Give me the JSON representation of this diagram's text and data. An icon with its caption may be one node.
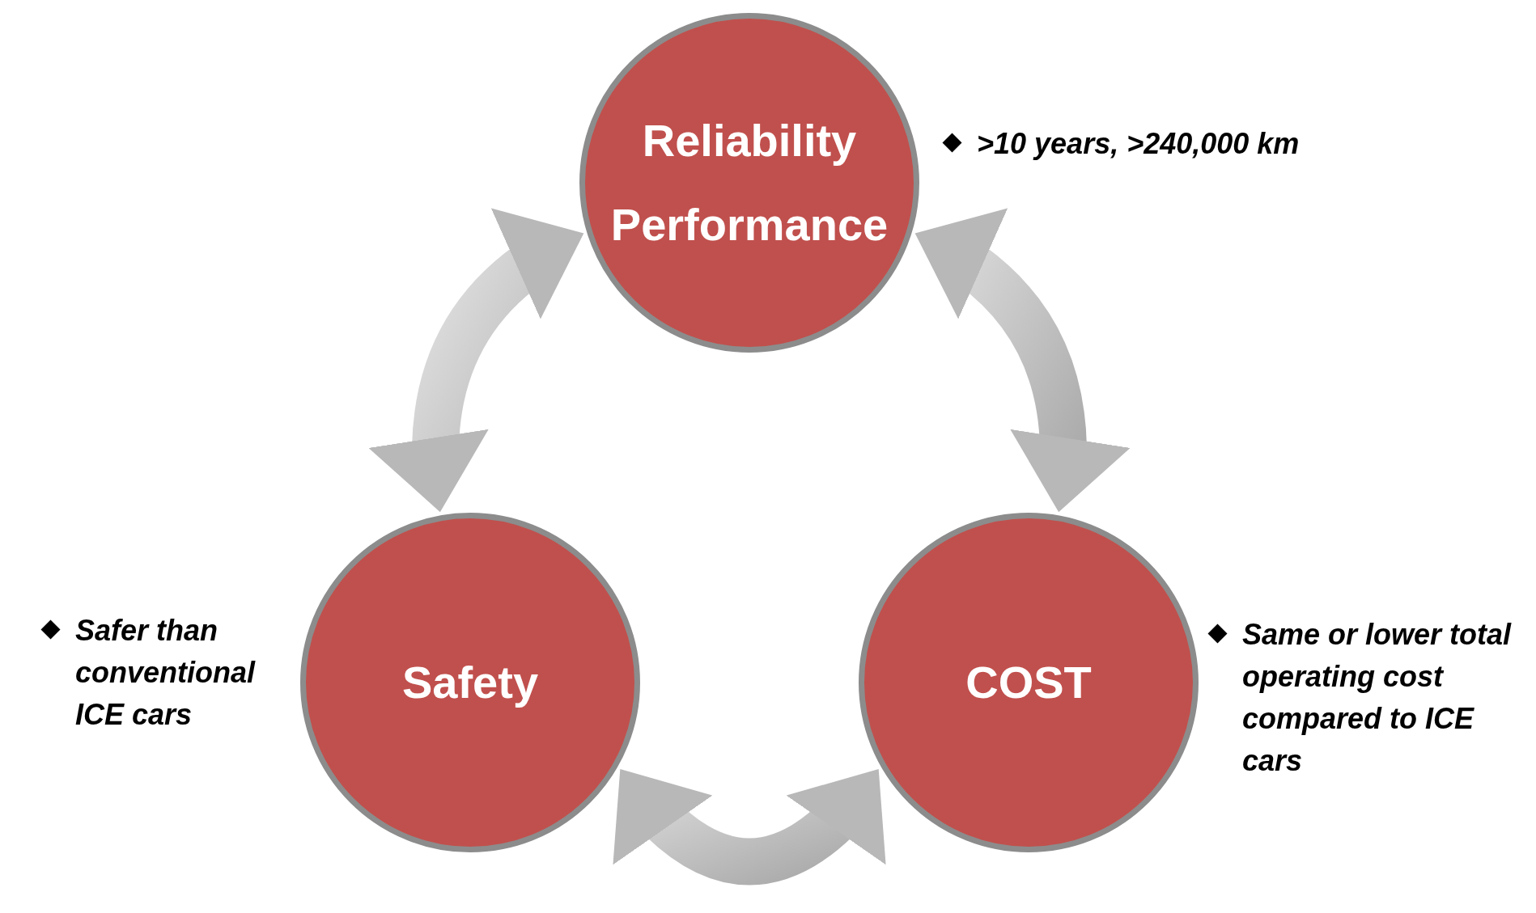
{
  "diagram": {
    "nodes": [
      {
        "text": [
          "Reliability Performance"
        ],
        "beside": [
          ">10 years, >240,000 km"
        ]
      },
      {
        "text": [
          "Safety"
        ],
        "beside": [
          "Safer than conventional ICE cars"
        ]
      },
      {
        "text": [
          "COST"
        ],
        "beside": [
          "Same or lower total operating cost compared to ICE cars"
        ]
      }
    ],
    "edges": [
      {
        "from": 0,
        "to": 1,
        "arrow": "both",
        "style": "thick"
      },
      {
        "from": 0,
        "to": 2,
        "arrow": "both",
        "style": "thick"
      },
      {
        "from": 1,
        "to": 2,
        "arrow": "both",
        "style": "thick"
      }
    ]
  }
}
